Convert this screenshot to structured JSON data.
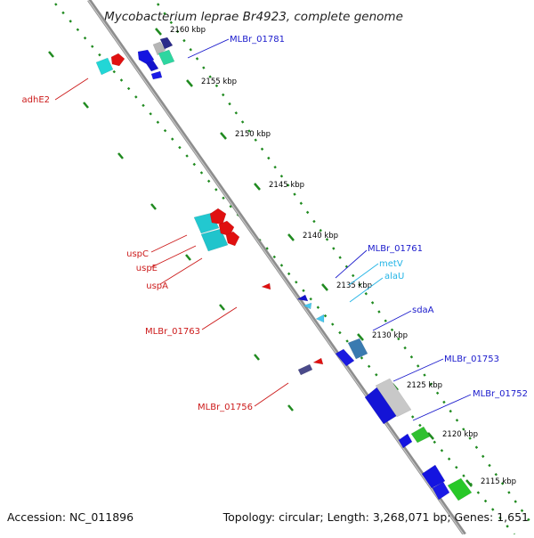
{
  "title": "Mycobacterium leprae Br4923, complete genome",
  "footer": {
    "accession": "Accession: NC_011896",
    "topology": "Topology: circular; Length: 3,268,071 bp; Genes: 1,651"
  },
  "colors": {
    "backbone": "#8a8a8a",
    "tick": "#1f8a1f",
    "scale_text": "#000000",
    "forward_label": "#1a1acc",
    "reverse_label": "#cc1a1a",
    "rna_label": "#22b4e6"
  },
  "scale_labels": [
    "2160 kbp",
    "2155 kbp",
    "2150 kbp",
    "2145 kbp",
    "2140 kbp",
    "2135 kbp",
    "2130 kbp",
    "2125 kbp",
    "2120 kbp",
    "2115 kbp"
  ],
  "forward_labels": [
    "MLBr_01781",
    "MLBr_01761",
    "metV",
    "alaU",
    "sdaA",
    "MLBr_01753",
    "MLBr_01752"
  ],
  "reverse_labels": [
    "adhE2",
    "uspC",
    "uspE",
    "uspA",
    "MLBr_01763",
    "MLBr_01756"
  ],
  "feature_names": [
    "forward-gene",
    "reverse-gene",
    "trna",
    "protein-domain"
  ]
}
